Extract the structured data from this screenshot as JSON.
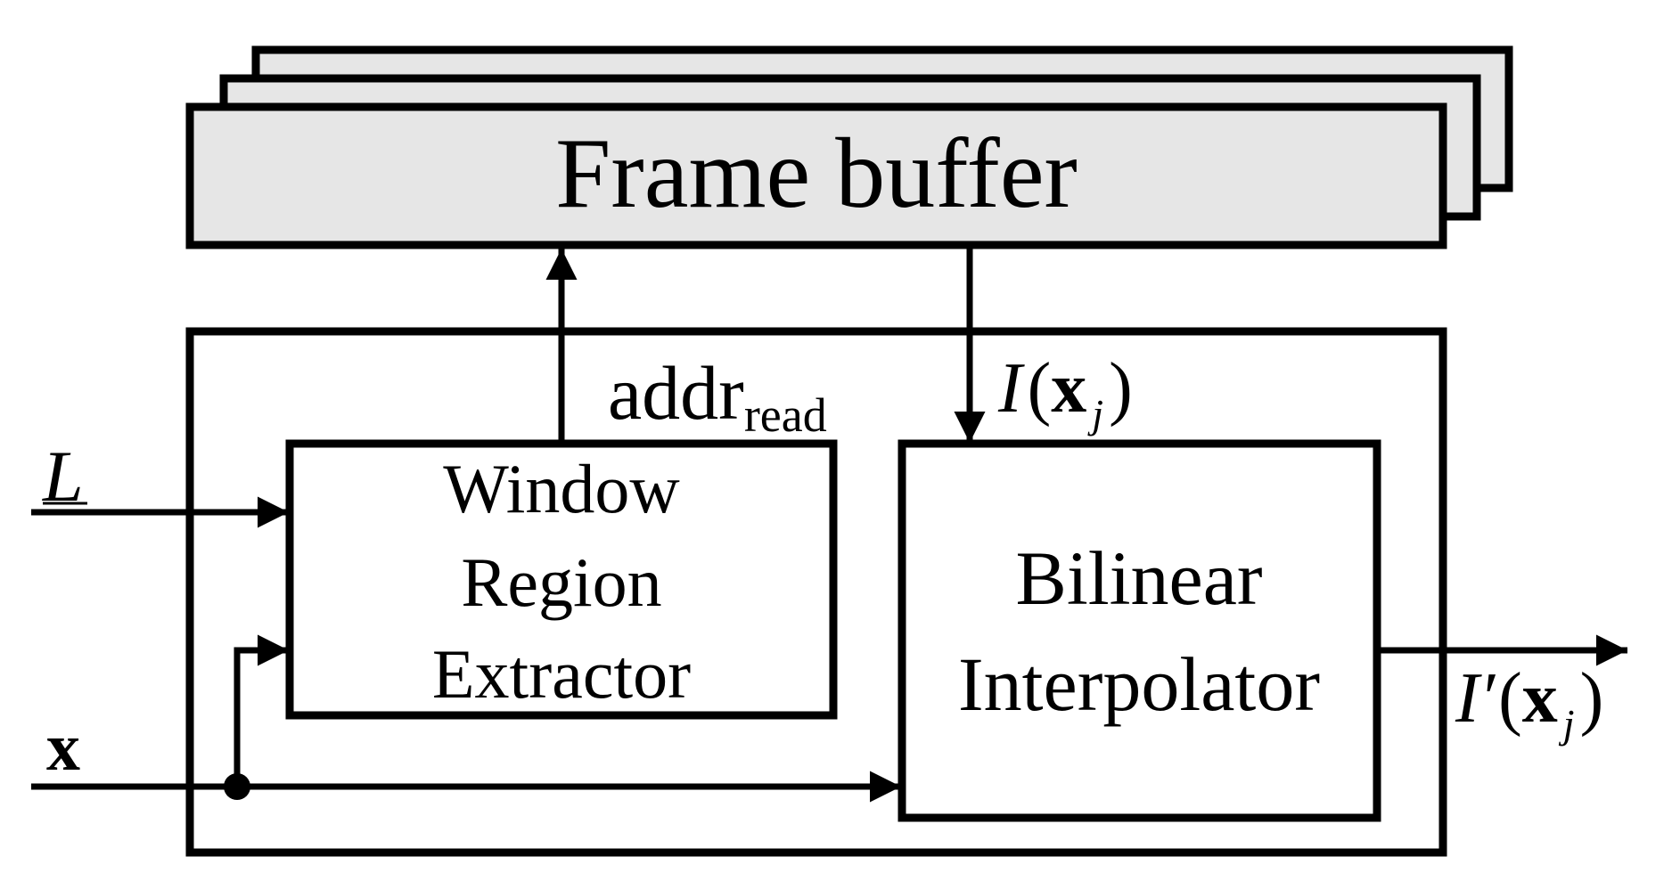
{
  "frame_buffer": {
    "label": "Frame buffer",
    "fill_color": "#e6e6e6"
  },
  "window_region_extractor": {
    "line1": "Window",
    "line2": "Region",
    "line3": "Extractor"
  },
  "bilinear_interpolator": {
    "line1": "Bilinear",
    "line2": "Interpolator"
  },
  "signals": {
    "addr_read": {
      "main": "addr",
      "subscript": "read"
    },
    "pixel_input": {
      "italic": "I",
      "open": "(",
      "bold": "x",
      "subscript": "j",
      "close": ")"
    },
    "pixel_output": {
      "italic": "I′",
      "open": "(",
      "bold": "x",
      "subscript": "j",
      "close": ")"
    },
    "window_size": "L",
    "coordinate": "x"
  },
  "colors": {
    "line": "#000000",
    "background": "#ffffff"
  }
}
